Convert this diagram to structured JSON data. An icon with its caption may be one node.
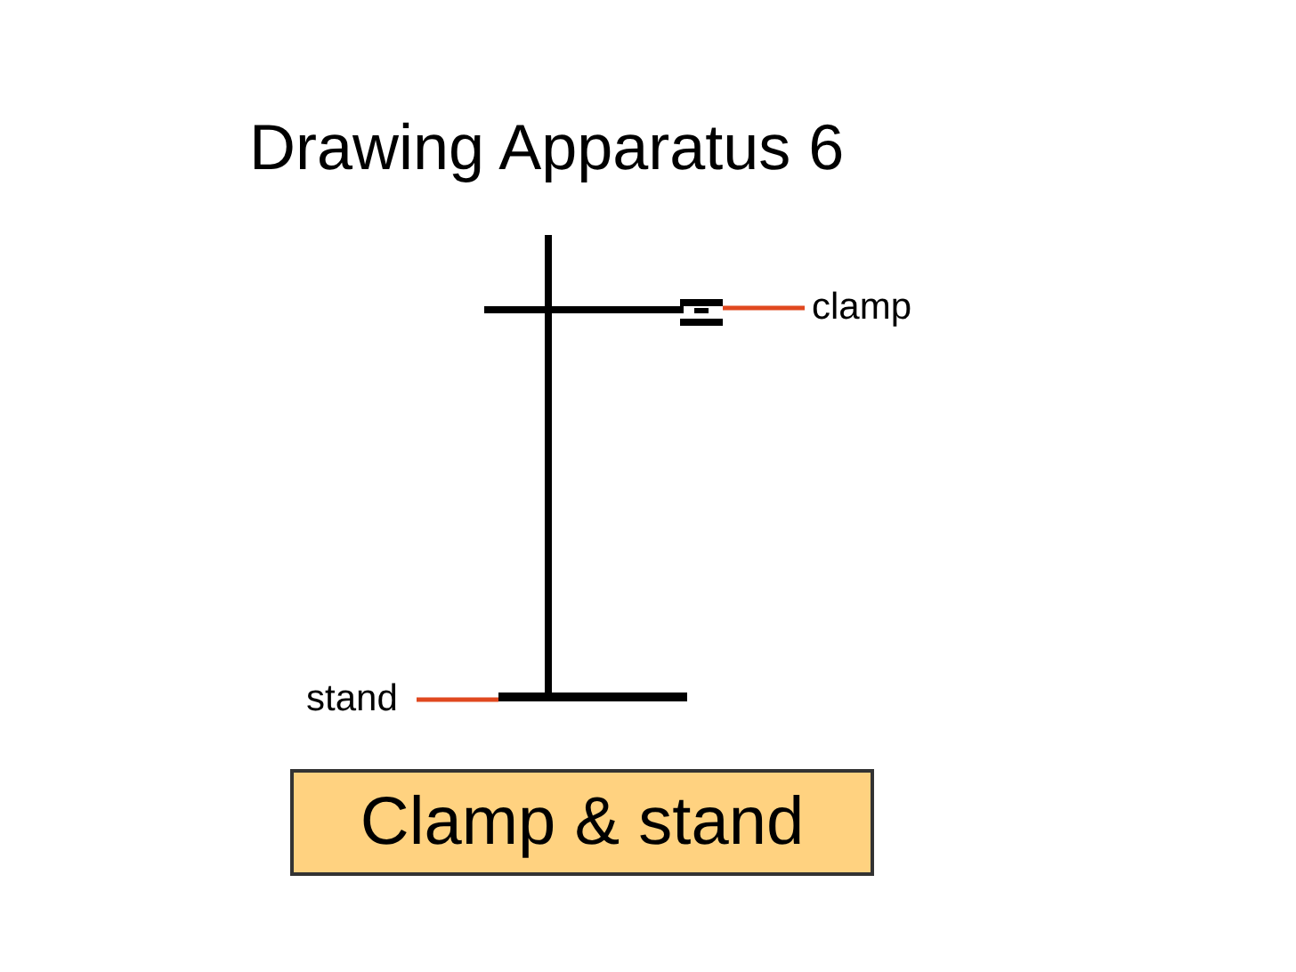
{
  "diagram": {
    "title": "Drawing Apparatus 6",
    "nodes": [
      {
        "text": [
          "clamp"
        ]
      },
      {
        "text": [],
        "shape": "picture"
      },
      {
        "text": [
          "stand"
        ]
      },
      {
        "text": [],
        "shape": "bar"
      },
      {
        "text": [
          "Clamp & stand"
        ]
      }
    ],
    "edges": [
      {
        "from": 0,
        "to": 1,
        "arrow": "none"
      },
      {
        "from": 2,
        "to": 3,
        "arrow": "none"
      }
    ]
  }
}
